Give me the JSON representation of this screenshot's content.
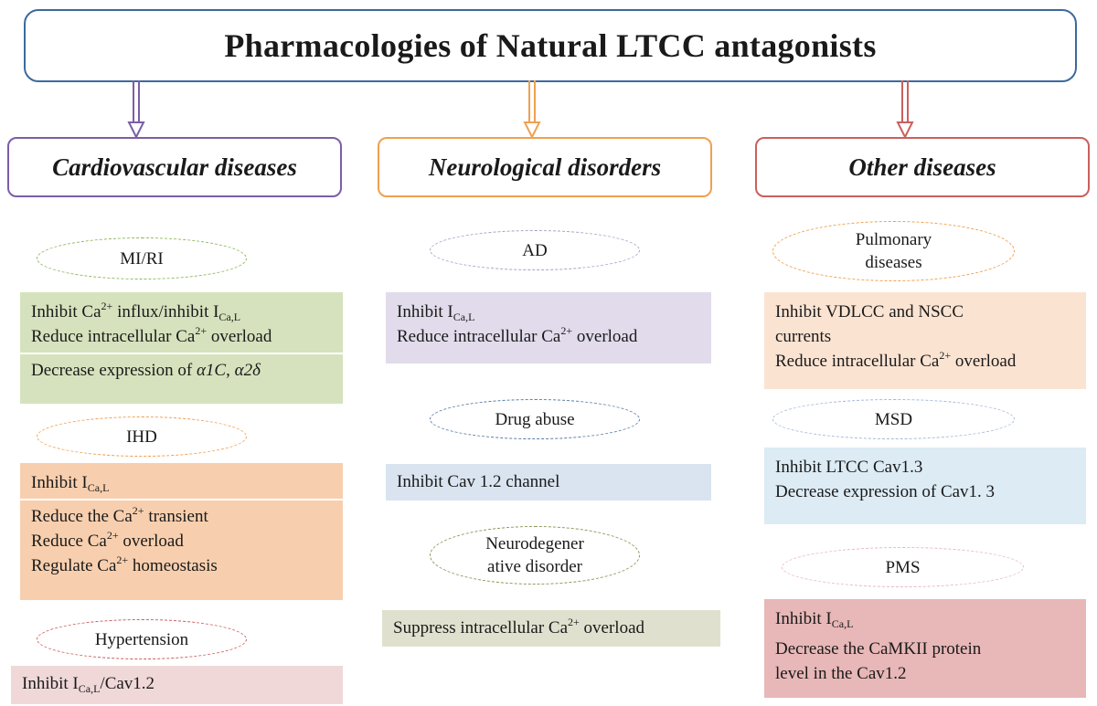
{
  "title": "Pharmacologies of Natural LTCC antagonists",
  "categories": {
    "cardio": "Cardiovascular diseases",
    "neuro": "Neurological disorders",
    "other": "Other diseases"
  },
  "cardio": {
    "mi_ri": {
      "label": "MI/RI",
      "l1a": "Inhibit Ca",
      "l1b": "2+",
      "l1c": " influx/inhibit I",
      "l1d": "Ca,L",
      "l2a": "Reduce intracellular Ca",
      "l2b": "2+",
      "l2c": " overload",
      "l3a": "Decrease  expression of ",
      "l3b": "α1C",
      "l3c": ", ",
      "l3d": "α2δ"
    },
    "ihd": {
      "label": "IHD",
      "l1a": "Inhibit I",
      "l1b": "Ca,L",
      "l2a": "Reduce the Ca",
      "l2b": "2+",
      "l2c": " transient",
      "l3a": "Reduce Ca",
      "l3b": "2+",
      "l3c": " overload",
      "l4a": "Regulate Ca",
      "l4b": "2+",
      "l4c": " homeostasis"
    },
    "hypertension": {
      "label": "Hypertension",
      "l1a": "Inhibit I",
      "l1b": "Ca,L",
      "l1c": "/Cav1.2"
    }
  },
  "neuro": {
    "ad": {
      "label": "AD",
      "l1a": "Inhibit I",
      "l1b": "Ca,L",
      "l2a": "Reduce intracellular Ca",
      "l2b": "2+",
      "l2c": " overload"
    },
    "drug": {
      "label": "Drug abuse",
      "l1": "Inhibit Cav 1.2 channel"
    },
    "neurodeg": {
      "label_1": "Neurodegener",
      "label_2": "ative disorder",
      "l1a": "Suppress intracellular Ca",
      "l1b": "2+",
      "l1c": " overload"
    }
  },
  "other": {
    "pulmonary": {
      "label_1": "Pulmonary",
      "label_2": "diseases",
      "l1": "Inhibit VDLCC and NSCC",
      "l2": "currents",
      "l3a": "Reduce intracellular Ca",
      "l3b": "2+",
      "l3c": " overload"
    },
    "msd": {
      "label": "MSD",
      "l1": "Inhibit LTCC Cav1.3",
      "l2": "Decrease  expression of Cav1. 3"
    },
    "pms": {
      "label": "PMS",
      "l1a": "Inhibit I",
      "l1b": "Ca,L",
      "l2": "Decrease the CaMKII protein",
      "l3": "level in the Cav1.2"
    }
  },
  "colors": {
    "title_border": "#3c6a9c",
    "cardio": "#7b5ea7",
    "neuro": "#f0a050",
    "other": "#c9605e",
    "green_box": "#d6e2bd",
    "orange_box": "#f8cfae",
    "pink_box": "#f0d8d9",
    "lavender_box": "#e1dbeb",
    "blue_box": "#d9e4f0",
    "olive_box": "#e0e0cf",
    "peach_box": "#fbe3d2",
    "lightblue_box": "#dcebf4",
    "rose_box": "#e8b7b7"
  }
}
